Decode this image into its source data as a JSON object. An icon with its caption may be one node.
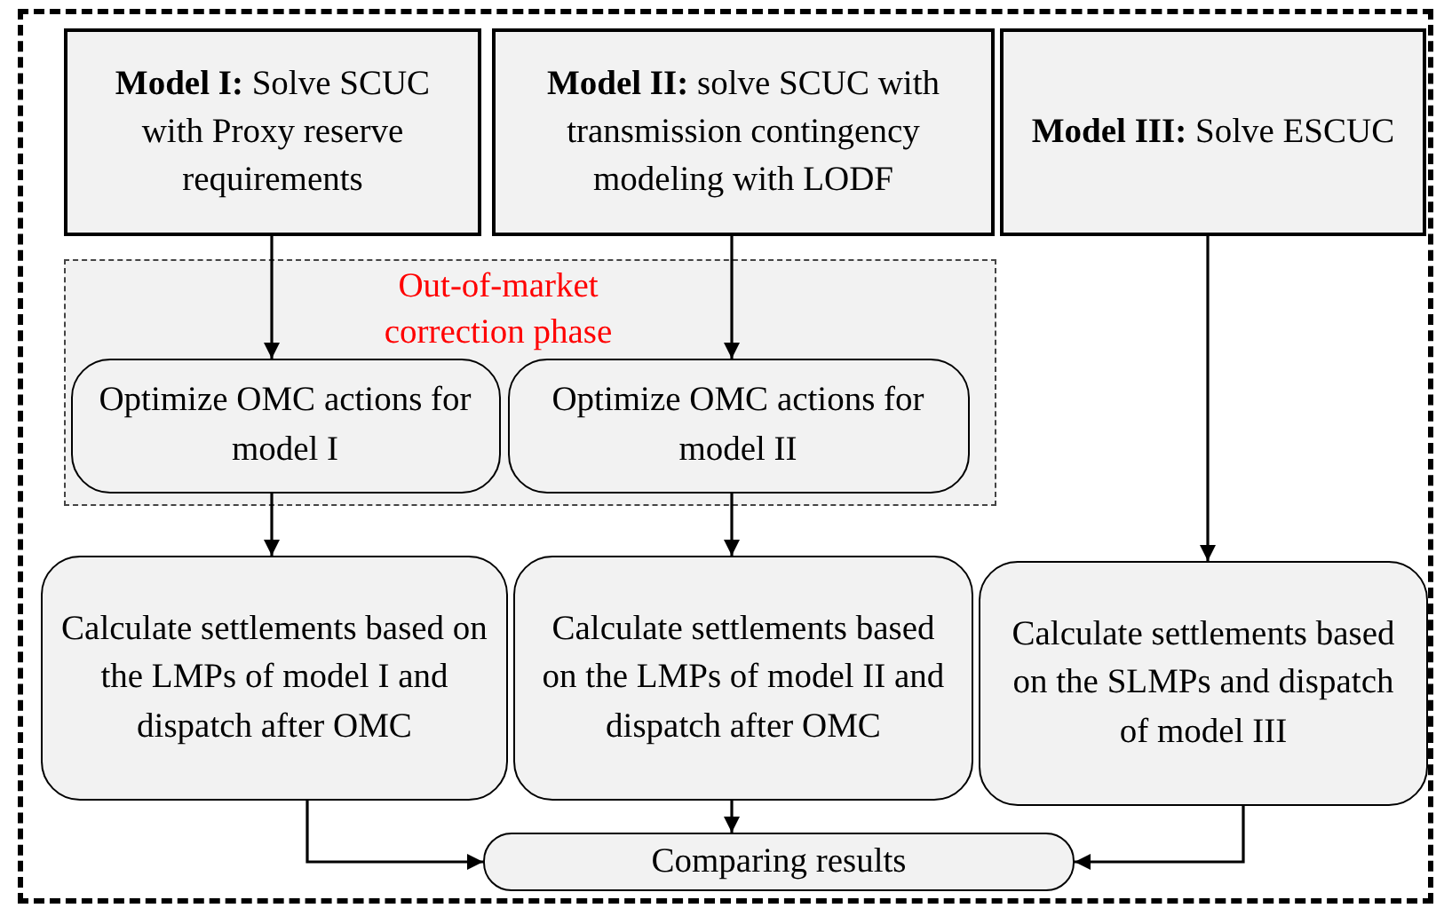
{
  "diagram": {
    "nodes": [
      {
        "text": [
          "**Model I:** Solve SCUC with Proxy reserve requirements"
        ]
      },
      {
        "text": [
          "**Model II:** solve SCUC with transmission contingency modeling with LODF"
        ]
      },
      {
        "text": [
          "**Model III:** Solve ESCUC"
        ]
      },
      {
        "text": [
          "Out-of-market correction phase"
        ]
      },
      {
        "text": [
          "Optimize OMC actions for model I"
        ],
        "in": 3
      },
      {
        "text": [
          "Optimize OMC actions for model II"
        ],
        "in": 3
      },
      {
        "text": [
          "Calculate settlements based on the LMPs of model I and dispatch after OMC"
        ]
      },
      {
        "text": [
          "Calculate settlements based on the LMPs of model II and dispatch after OMC"
        ]
      },
      {
        "text": [
          "Calculate settlements based on the SLMPs and dispatch of model III"
        ]
      },
      {
        "text": [
          "Comparing results"
        ]
      }
    ],
    "edges": [
      {
        "from": 0,
        "to": 4,
        "arrow": "to"
      },
      {
        "from": 1,
        "to": 5,
        "arrow": "to"
      },
      {
        "from": 2,
        "to": 8,
        "arrow": "to"
      },
      {
        "from": 4,
        "to": 6,
        "arrow": "to"
      },
      {
        "from": 5,
        "to": 7,
        "arrow": "to"
      },
      {
        "from": 6,
        "to": 9,
        "arrow": "to"
      },
      {
        "from": 7,
        "to": 9,
        "arrow": "to"
      },
      {
        "from": 8,
        "to": 9,
        "arrow": "to"
      }
    ]
  }
}
